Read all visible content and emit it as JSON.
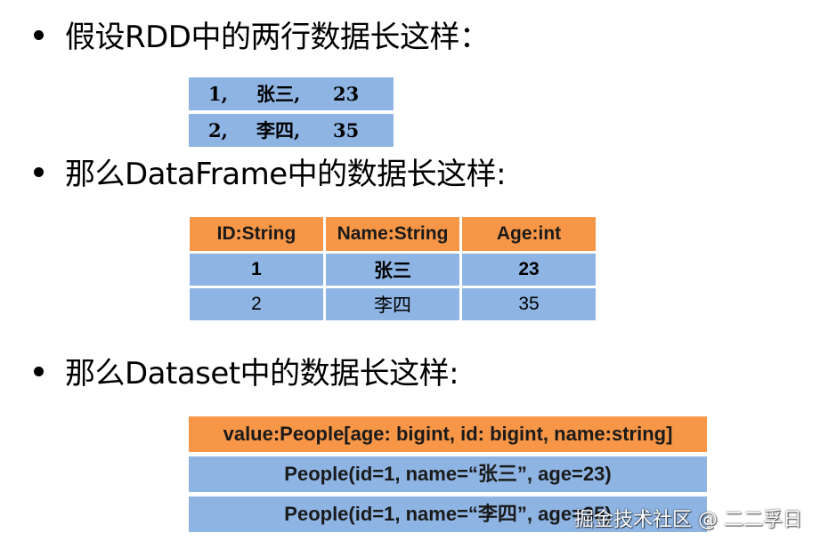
{
  "bullets": [
    "假设RDD中的两行数据长这样：",
    "那么DataFrame中的数据长这样:",
    "那么Dataset中的数据长这样:"
  ],
  "rdd": {
    "rows": [
      {
        "id": "1,",
        "name": "张三,",
        "age": "23"
      },
      {
        "id": "2,",
        "name": "李四,",
        "age": "35"
      }
    ]
  },
  "dataframe": {
    "headers": [
      "ID:String",
      "Name:String",
      "Age:int"
    ],
    "rows": [
      [
        "1",
        "张三",
        "23"
      ],
      [
        "2",
        "李四",
        "35"
      ]
    ]
  },
  "dataset": {
    "header": "value:People[age: bigint, id: bigint, name:string]",
    "rows": [
      "People(id=1, name=“张三”, age=23)",
      "People(id=1, name=“李四”, age=35)"
    ]
  },
  "watermark": "掘金技术社区 @ 二二孚日",
  "colors": {
    "orange": "#f79646",
    "blue": "#8eb4e3"
  }
}
